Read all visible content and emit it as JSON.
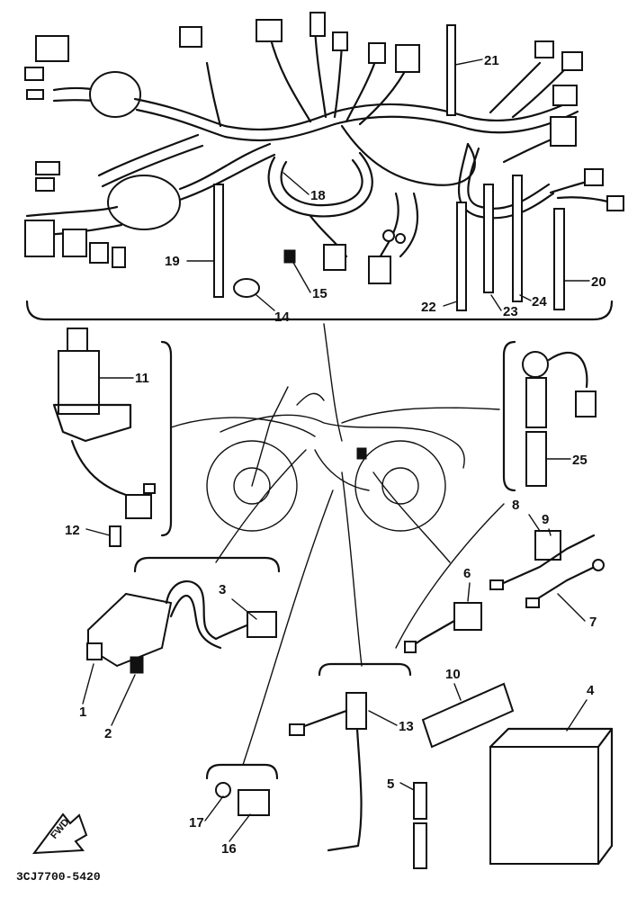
{
  "callouts": [
    {
      "id": "1",
      "label": "1"
    },
    {
      "id": "2",
      "label": "2"
    },
    {
      "id": "3",
      "label": "3"
    },
    {
      "id": "4",
      "label": "4"
    },
    {
      "id": "5",
      "label": "5"
    },
    {
      "id": "6",
      "label": "6"
    },
    {
      "id": "7",
      "label": "7"
    },
    {
      "id": "8",
      "label": "8"
    },
    {
      "id": "9",
      "label": "9"
    },
    {
      "id": "10",
      "label": "10"
    },
    {
      "id": "11",
      "label": "11"
    },
    {
      "id": "12",
      "label": "12"
    },
    {
      "id": "13",
      "label": "13"
    },
    {
      "id": "14",
      "label": "14"
    },
    {
      "id": "15",
      "label": "15"
    },
    {
      "id": "16",
      "label": "16"
    },
    {
      "id": "17",
      "label": "17"
    },
    {
      "id": "18",
      "label": "18"
    },
    {
      "id": "19",
      "label": "19"
    },
    {
      "id": "20",
      "label": "20"
    },
    {
      "id": "21",
      "label": "21"
    },
    {
      "id": "22",
      "label": "22"
    },
    {
      "id": "23",
      "label": "23"
    },
    {
      "id": "24",
      "label": "24"
    },
    {
      "id": "25",
      "label": "25"
    }
  ],
  "fwd_label": "FWD",
  "diagram_code": "3CJ7700-5420",
  "colors": {
    "ink": "#111111",
    "paper": "#ffffff"
  }
}
